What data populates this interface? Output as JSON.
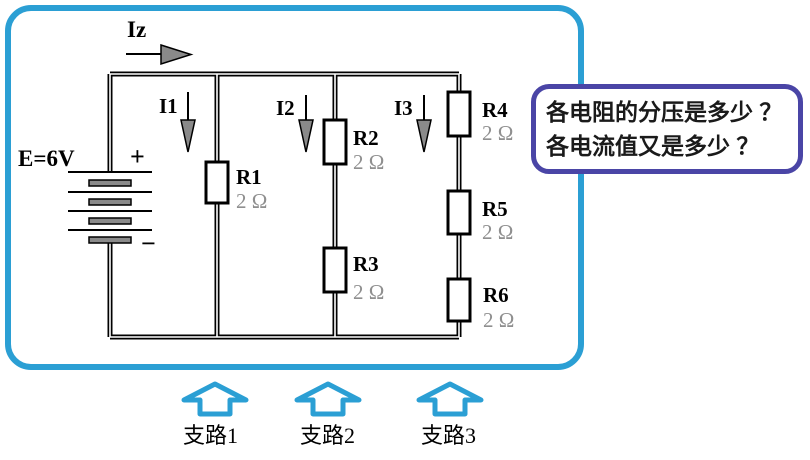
{
  "colors": {
    "frame": "#2b9fd4",
    "bubble_border": "#4a45a6",
    "arrow_gray": "#8a8a8a",
    "value_gray": "#8f8f8f"
  },
  "battery": {
    "label": "E=6V",
    "plus": "+",
    "minus": "−"
  },
  "currents": {
    "main": "Iz",
    "branch1": "I1",
    "branch2": "I2",
    "branch3": "I3"
  },
  "resistors": [
    {
      "name": "R1",
      "value": "2 Ω"
    },
    {
      "name": "R2",
      "value": "2 Ω"
    },
    {
      "name": "R3",
      "value": "2 Ω"
    },
    {
      "name": "R4",
      "value": "2 Ω"
    },
    {
      "name": "R5",
      "value": "2 Ω"
    },
    {
      "name": "R6",
      "value": "2 Ω"
    }
  ],
  "bubble": {
    "line1": "各电阻的分压是多少 ？",
    "line2": "各电流值又是多少 ？"
  },
  "branches": [
    {
      "label": "支路1"
    },
    {
      "label": "支路2"
    },
    {
      "label": "支路3"
    }
  ]
}
